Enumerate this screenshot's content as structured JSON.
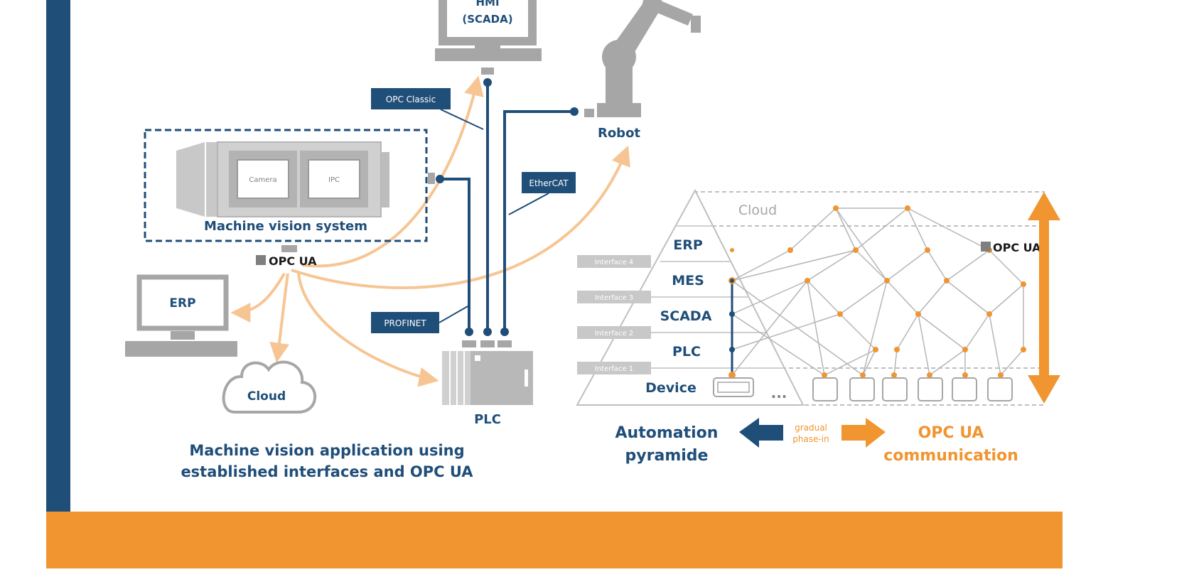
{
  "colors": {
    "navy": "#1f4e79",
    "orange": "#f0952f",
    "light_orange": "#f7c593",
    "gray": "#a6a6a6",
    "light_gray": "#d9d9d9",
    "text_gray": "#7f7f7f"
  },
  "left_diagram": {
    "hmi_label_line1": "HMI",
    "hmi_label_line2": "(SCADA)",
    "robot_label": "Robot",
    "machine_vision_label": "Machine vision system",
    "camera_label": "Camera",
    "ipc_label": "IPC",
    "opcua_logo": "OPC UA",
    "erp_label": "ERP",
    "cloud_label": "Cloud",
    "plc_label": "PLC",
    "opc_classic_tag": "OPC Classic",
    "ethercat_tag": "EtherCAT",
    "profinet_tag": "PROFINET",
    "caption_line1": "Machine vision application using",
    "caption_line2": "established interfaces and OPC UA"
  },
  "right_diagram": {
    "cloud_level": "Cloud",
    "levels": [
      "ERP",
      "MES",
      "SCADA",
      "PLC",
      "Device"
    ],
    "interfaces": [
      "Interface 4",
      "Interface 3",
      "Interface 2",
      "Interface 1"
    ],
    "opcua_logo": "OPC UA",
    "ellipsis": "...",
    "legend_left_line1": "Automation",
    "legend_left_line2": "pyramide",
    "legend_mid_line1": "gradual",
    "legend_mid_line2": "phase-in",
    "legend_right_line1": "OPC UA",
    "legend_right_line2": "communication"
  }
}
